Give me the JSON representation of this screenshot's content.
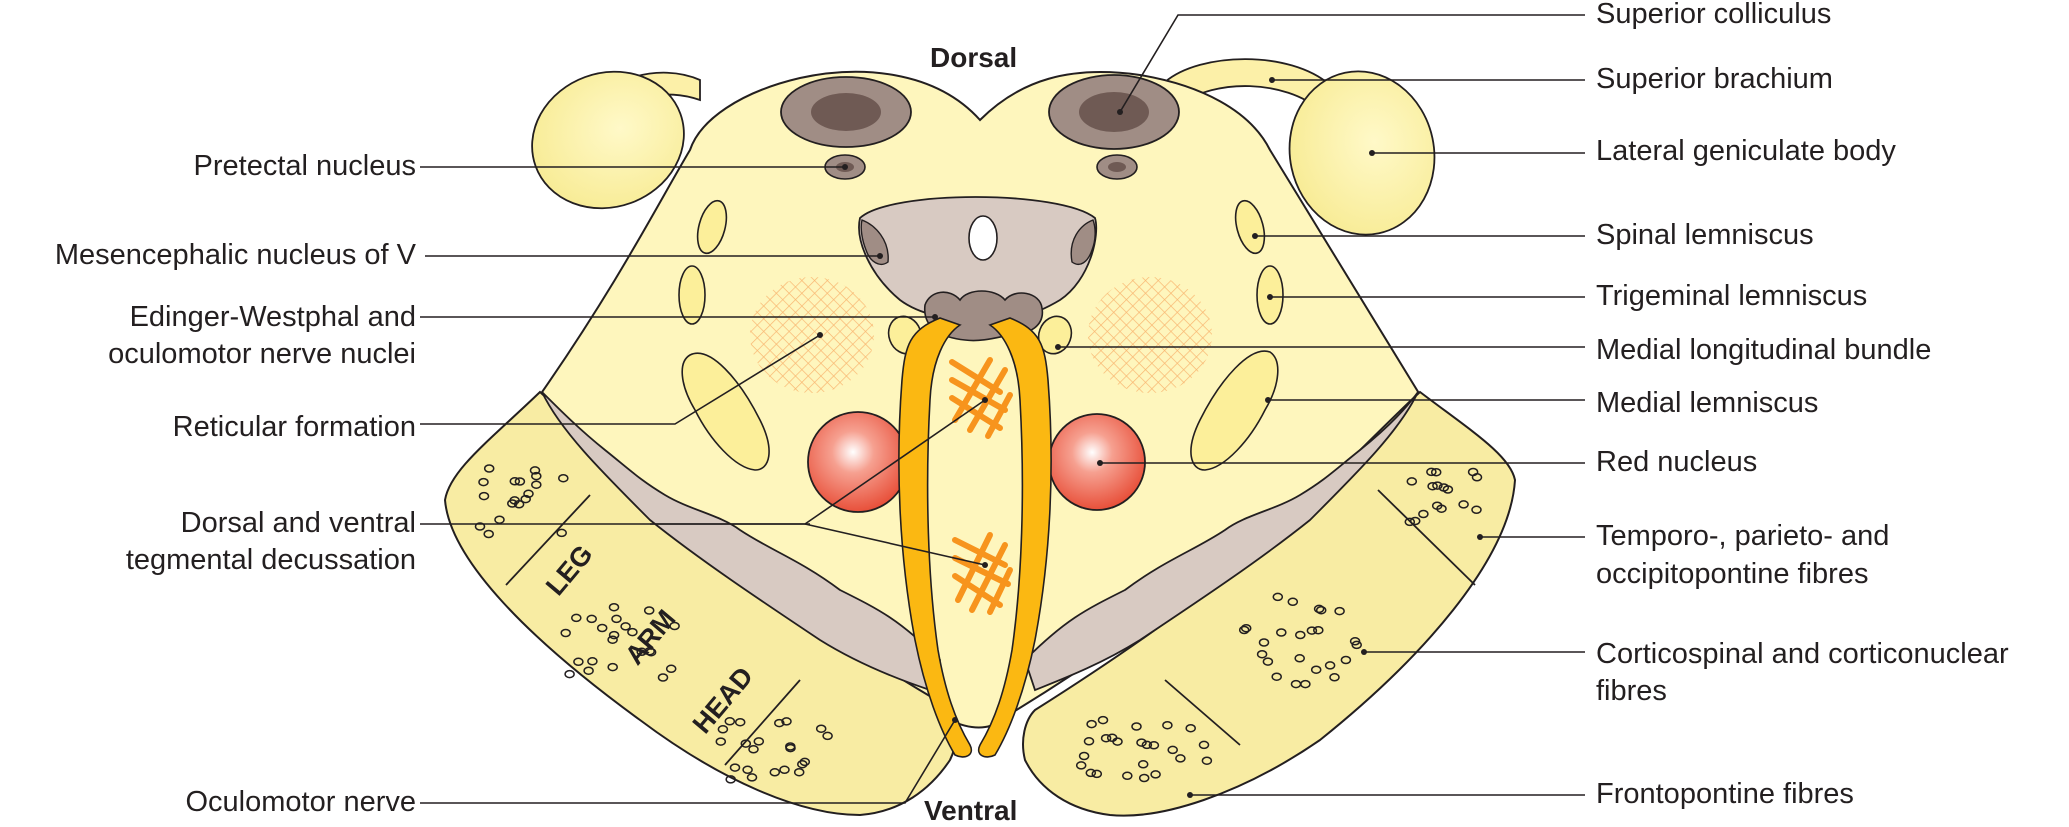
{
  "orientation": {
    "top": "Dorsal",
    "bottom": "Ventral"
  },
  "somatotopy": {
    "leg": "LEG",
    "arm": "ARM",
    "head": "HEAD"
  },
  "labels_left": [
    {
      "id": "pretectal",
      "text": "Pretectal nucleus"
    },
    {
      "id": "mesencephalic",
      "text": "Mesencephalic nucleus of V"
    },
    {
      "id": "edinger_1",
      "text": "Edinger-Westphal and"
    },
    {
      "id": "edinger_2",
      "text": "oculomotor nerve nuclei"
    },
    {
      "id": "reticular",
      "text": "Reticular formation"
    },
    {
      "id": "decussation_1",
      "text": "Dorsal and ventral"
    },
    {
      "id": "decussation_2",
      "text": "tegmental decussation"
    },
    {
      "id": "oculomotor_nerve",
      "text": "Oculomotor nerve"
    }
  ],
  "labels_right": [
    {
      "id": "sup_colliculus",
      "text": "Superior colliculus"
    },
    {
      "id": "sup_brachium",
      "text": "Superior brachium"
    },
    {
      "id": "lat_geniculate",
      "text": "Lateral geniculate body"
    },
    {
      "id": "spinal_lemniscus",
      "text": "Spinal lemniscus"
    },
    {
      "id": "trigeminal_lemniscus",
      "text": "Trigeminal lemniscus"
    },
    {
      "id": "mlf",
      "text": "Medial longitudinal bundle"
    },
    {
      "id": "medial_lemniscus",
      "text": "Medial lemniscus"
    },
    {
      "id": "red_nucleus",
      "text": "Red nucleus"
    },
    {
      "id": "temporo_1",
      "text": "Temporo-, parieto- and"
    },
    {
      "id": "temporo_2",
      "text": "occipitopontine fibres"
    },
    {
      "id": "corticospinal_1",
      "text": "Corticospinal and corticonuclear"
    },
    {
      "id": "corticospinal_2",
      "text": "fibres"
    },
    {
      "id": "frontopontine",
      "text": "Frontopontine fibres"
    }
  ],
  "colors": {
    "tissue": "#fef6bd",
    "tissue_stroke": "#231f20",
    "crus": "#f8eca3",
    "substantia_nigra": "#d6c8bd",
    "colliculus": "#a08d85",
    "colliculus_core": "#6f5a54",
    "grey_matter": "#d8cac2",
    "lemniscus": "#fcef9a",
    "red_nucleus": "#e8503a",
    "decussation": "#f7941d",
    "oculomotor": "#fbb812",
    "reticular": "#f9b26a"
  }
}
